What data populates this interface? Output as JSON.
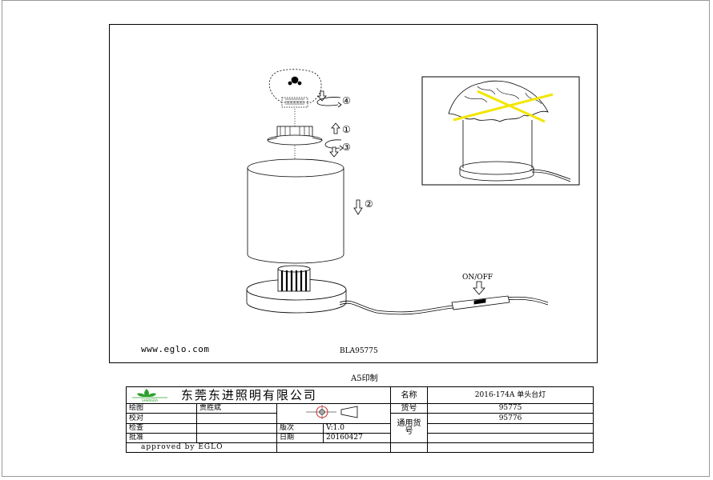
{
  "website": "www.eglo.com",
  "model_code": "BLA95775",
  "switch_label": "ON/OFF",
  "steps": [
    "①",
    "②",
    "③",
    "④"
  ],
  "print_note": "A5印制",
  "title_block": {
    "company": "东莞东进照明有限公司",
    "logo_text": "SHENGDA",
    "rows": [
      {
        "label": "绘图",
        "value": "贾胜斌"
      },
      {
        "label": "校对",
        "value": ""
      },
      {
        "label": "检查",
        "value": ""
      },
      {
        "label": "批准",
        "value": ""
      }
    ],
    "approved_by": "approved by EGLO",
    "version_label": "版次",
    "version_value": "V:1.0",
    "date_label": "日期",
    "date_value": "20160427",
    "name_label": "名称",
    "name_value": "2016-174A 单头台灯",
    "item_label": "货号",
    "item_value": "95775",
    "general_label": "通用货号",
    "general_value": "95776"
  },
  "colors": {
    "line": "#000000",
    "cross": "#f2e600",
    "logo_green": "#2ca02c"
  }
}
